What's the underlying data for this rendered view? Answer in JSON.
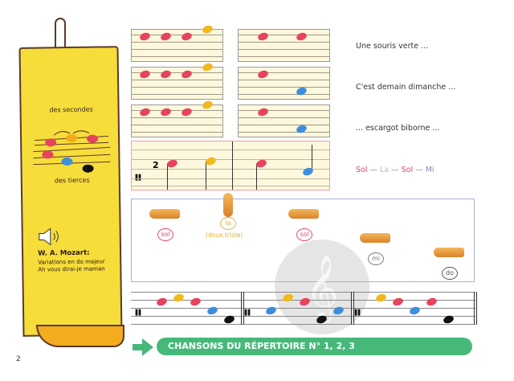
{
  "page_number": "2",
  "colors": {
    "sol": "#e8435e",
    "la": "#f2b91c",
    "mi": "#3d8fdc",
    "do": "#111111",
    "banner": "#46b97a"
  },
  "bookmark": {
    "secondes_label": "des secondes",
    "tierces_label": "des tierces",
    "speaker_icon": "speaker-icon",
    "composer": "W. A. Mozart:",
    "work_line1": "Variations en do majeur",
    "work_line2": "Ah vous dirai-je maman"
  },
  "exercises": [
    {
      "left": [
        "sol",
        "sol",
        "sol",
        "la"
      ],
      "right": [
        "sol",
        "sol"
      ],
      "lyric": "Une souris verte ..."
    },
    {
      "left": [
        "sol",
        "sol",
        "sol",
        "la"
      ],
      "right": [
        "sol",
        "mi"
      ],
      "lyric": "C'est demain dimanche ..."
    },
    {
      "left": [
        "sol",
        "sol",
        "sol",
        "la"
      ],
      "right": [
        "sol",
        "mi"
      ],
      "lyric": "... escargot biborne ..."
    }
  ],
  "melody": {
    "time_signature": "2",
    "notes": [
      "sol",
      "la",
      "sol",
      "mi"
    ],
    "names": [
      {
        "text": "Sol",
        "pitch": "sol"
      },
      {
        "text": "La",
        "pitch": "la"
      },
      {
        "text": "Sol",
        "pitch": "sol"
      },
      {
        "text": "Mi",
        "pitch": "mi"
      }
    ],
    "separator": "—"
  },
  "hand_signs": [
    {
      "syllable": "sol",
      "pitch": "sol",
      "note": ""
    },
    {
      "syllable": "la",
      "pitch": "la",
      "note": "(doux,triste)"
    },
    {
      "syllable": "sol",
      "pitch": "sol",
      "note": ""
    },
    {
      "syllable": "mi",
      "pitch": "mi",
      "note": ""
    },
    {
      "syllable": "do",
      "pitch": "do",
      "note": ""
    }
  ],
  "bottom_staff": [
    [
      "sol",
      "la",
      "sol",
      "mi",
      "do"
    ],
    [
      "mi",
      "la",
      "sol",
      "do",
      "mi"
    ],
    [
      "la",
      "sol",
      "mi",
      "sol",
      "do"
    ]
  ],
  "banner": {
    "text": "CHANSONS DU RÉPERTOIRE N° 1, 2, 3"
  }
}
